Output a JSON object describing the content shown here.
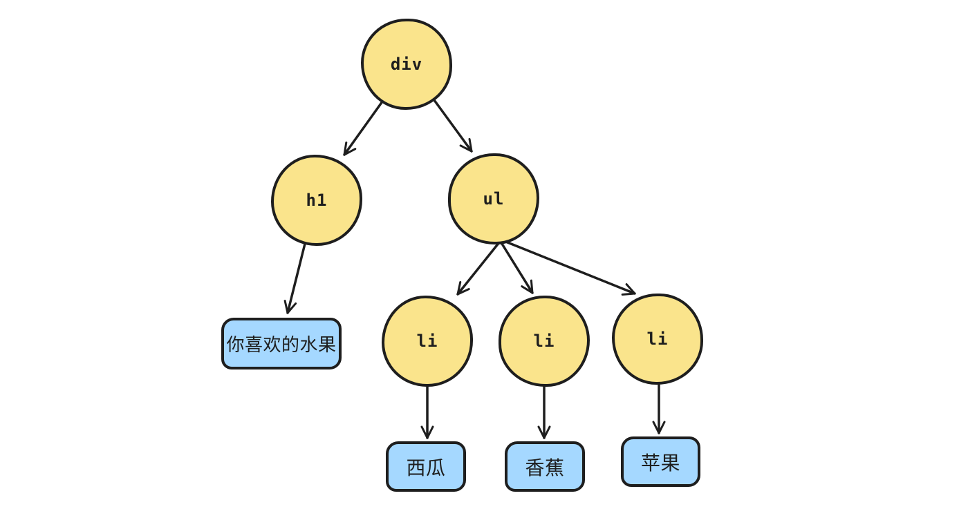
{
  "diagram": {
    "kind": "dom-tree",
    "element_nodes": [
      {
        "tag": "div"
      },
      {
        "tag": "h1"
      },
      {
        "tag": "ul"
      },
      {
        "tag": "li"
      },
      {
        "tag": "li"
      },
      {
        "tag": "li"
      }
    ],
    "text_nodes": [
      {
        "text": "你喜欢的水果"
      },
      {
        "text": "西瓜"
      },
      {
        "text": "香蕉"
      },
      {
        "text": "苹果"
      }
    ],
    "edges": [
      {
        "from": "div",
        "to": "h1"
      },
      {
        "from": "div",
        "to": "ul"
      },
      {
        "from": "h1",
        "to": "你喜欢的水果"
      },
      {
        "from": "ul",
        "to": "li-1"
      },
      {
        "from": "ul",
        "to": "li-2"
      },
      {
        "from": "ul",
        "to": "li-3"
      },
      {
        "from": "li-1",
        "to": "西瓜"
      },
      {
        "from": "li-2",
        "to": "香蕉"
      },
      {
        "from": "li-3",
        "to": "苹果"
      }
    ],
    "colors": {
      "element_fill": "#FAE48C",
      "text_fill": "#A5D8FF",
      "stroke": "#1E1E1E",
      "background": "#FFFFFF"
    }
  }
}
